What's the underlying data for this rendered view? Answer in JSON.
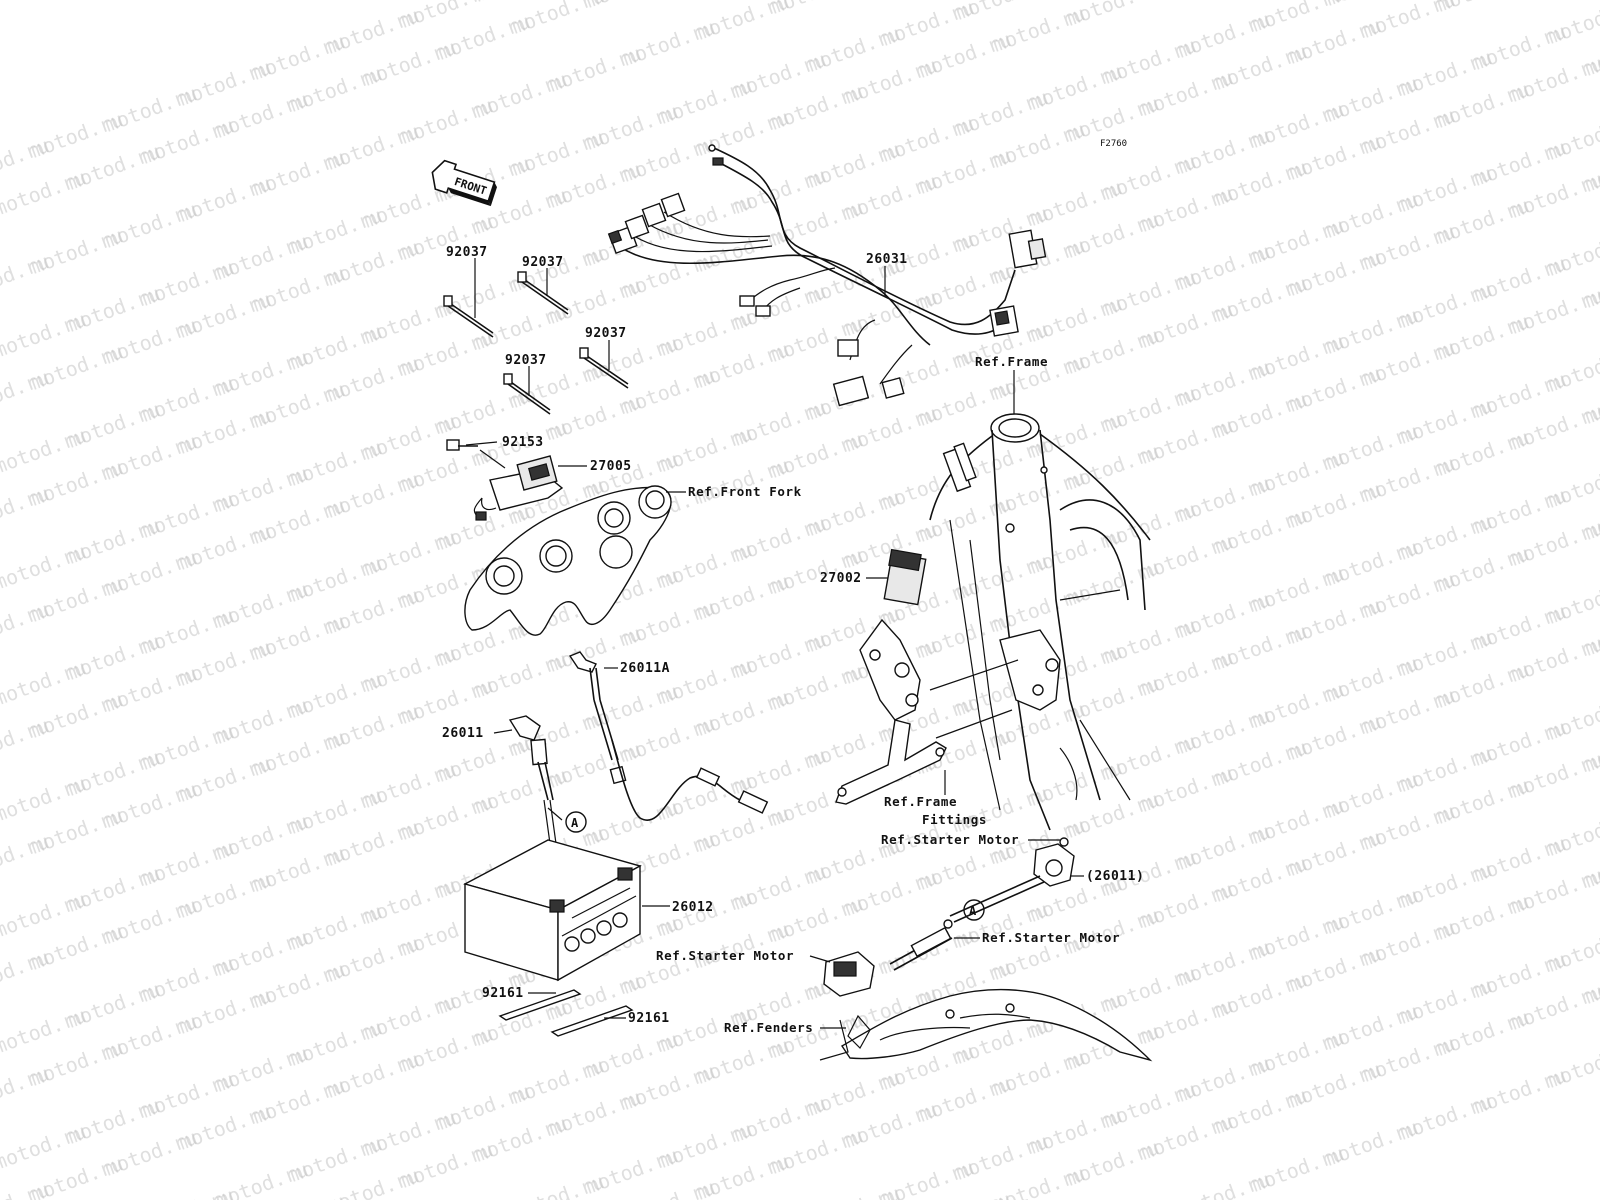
{
  "watermark": {
    "text": "motod.ru"
  },
  "figure_code": "F2760",
  "front_arrow": {
    "label": "FRONT"
  },
  "marker_letter": "A",
  "parts": {
    "p26031": "26031",
    "p92037a": "92037",
    "p92037b": "92037",
    "p92037c": "92037",
    "p92037d": "92037",
    "p92153": "92153",
    "p27005": "27005",
    "p27002": "27002",
    "p26011A": "26011A",
    "p26011": "26011",
    "p26011ref": "(26011)",
    "p26012": "26012",
    "p92161a": "92161",
    "p92161b": "92161"
  },
  "refs": {
    "frame": "Ref.Frame",
    "front_fork": "Ref.Front Fork",
    "frame_fittings_1": "Ref.Frame",
    "frame_fittings_2": "Fittings",
    "starter_motor_1": "Ref.Starter Motor",
    "starter_motor_2": "Ref.Starter Motor",
    "starter_motor_3": "Ref.Starter Motor",
    "fenders": "Ref.Fenders"
  }
}
